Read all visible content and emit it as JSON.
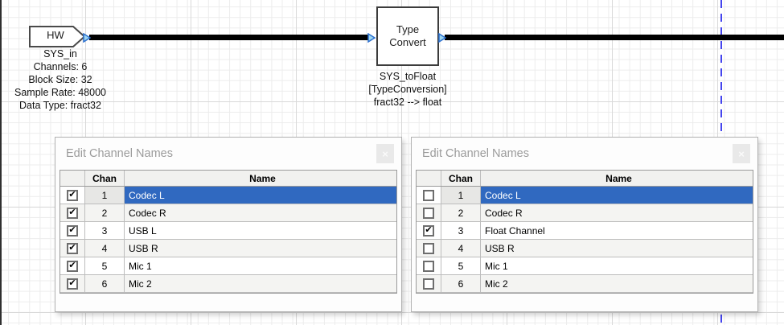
{
  "canvas": {
    "hw_block": {
      "title": "HW",
      "caption": [
        "SYS_in",
        "Channels: 6",
        "Block Size: 32",
        "Sample Rate: 48000",
        "Data Type: fract32"
      ]
    },
    "type_convert_block": {
      "title_line1": "Type",
      "title_line2": "Convert",
      "caption": [
        "SYS_toFloat",
        "[TypeConversion]",
        "fract32 --> float"
      ]
    }
  },
  "colors": {
    "selection_blue": "#3069c0",
    "wire_black": "#000000",
    "port_fill": "#9ed7f2",
    "port_border": "#2b6fce",
    "guide_blue": "#4444ee"
  },
  "dialogs": [
    {
      "title": "Edit Channel Names",
      "close_label": "×",
      "columns": {
        "checkbox": "",
        "chan": "Chan",
        "name": "Name"
      },
      "rows": [
        {
          "chan": "1",
          "name": "Codec L",
          "check": "✔"
        },
        {
          "chan": "2",
          "name": "Codec R",
          "check": "✔"
        },
        {
          "chan": "3",
          "name": "USB L",
          "check": "✔"
        },
        {
          "chan": "4",
          "name": "USB R",
          "check": "✔"
        },
        {
          "chan": "5",
          "name": "Mic 1",
          "check": "✔"
        },
        {
          "chan": "6",
          "name": "Mic 2",
          "check": "✔"
        }
      ]
    },
    {
      "title": "Edit Channel Names",
      "close_label": "×",
      "columns": {
        "checkbox": "",
        "chan": "Chan",
        "name": "Name"
      },
      "rows": [
        {
          "chan": "1",
          "name": "Codec L",
          "check": ""
        },
        {
          "chan": "2",
          "name": "Codec R",
          "check": ""
        },
        {
          "chan": "3",
          "name": "Float Channel",
          "check": "✔"
        },
        {
          "chan": "4",
          "name": "USB R",
          "check": ""
        },
        {
          "chan": "5",
          "name": "Mic 1",
          "check": ""
        },
        {
          "chan": "6",
          "name": "Mic 2",
          "check": ""
        }
      ]
    }
  ]
}
